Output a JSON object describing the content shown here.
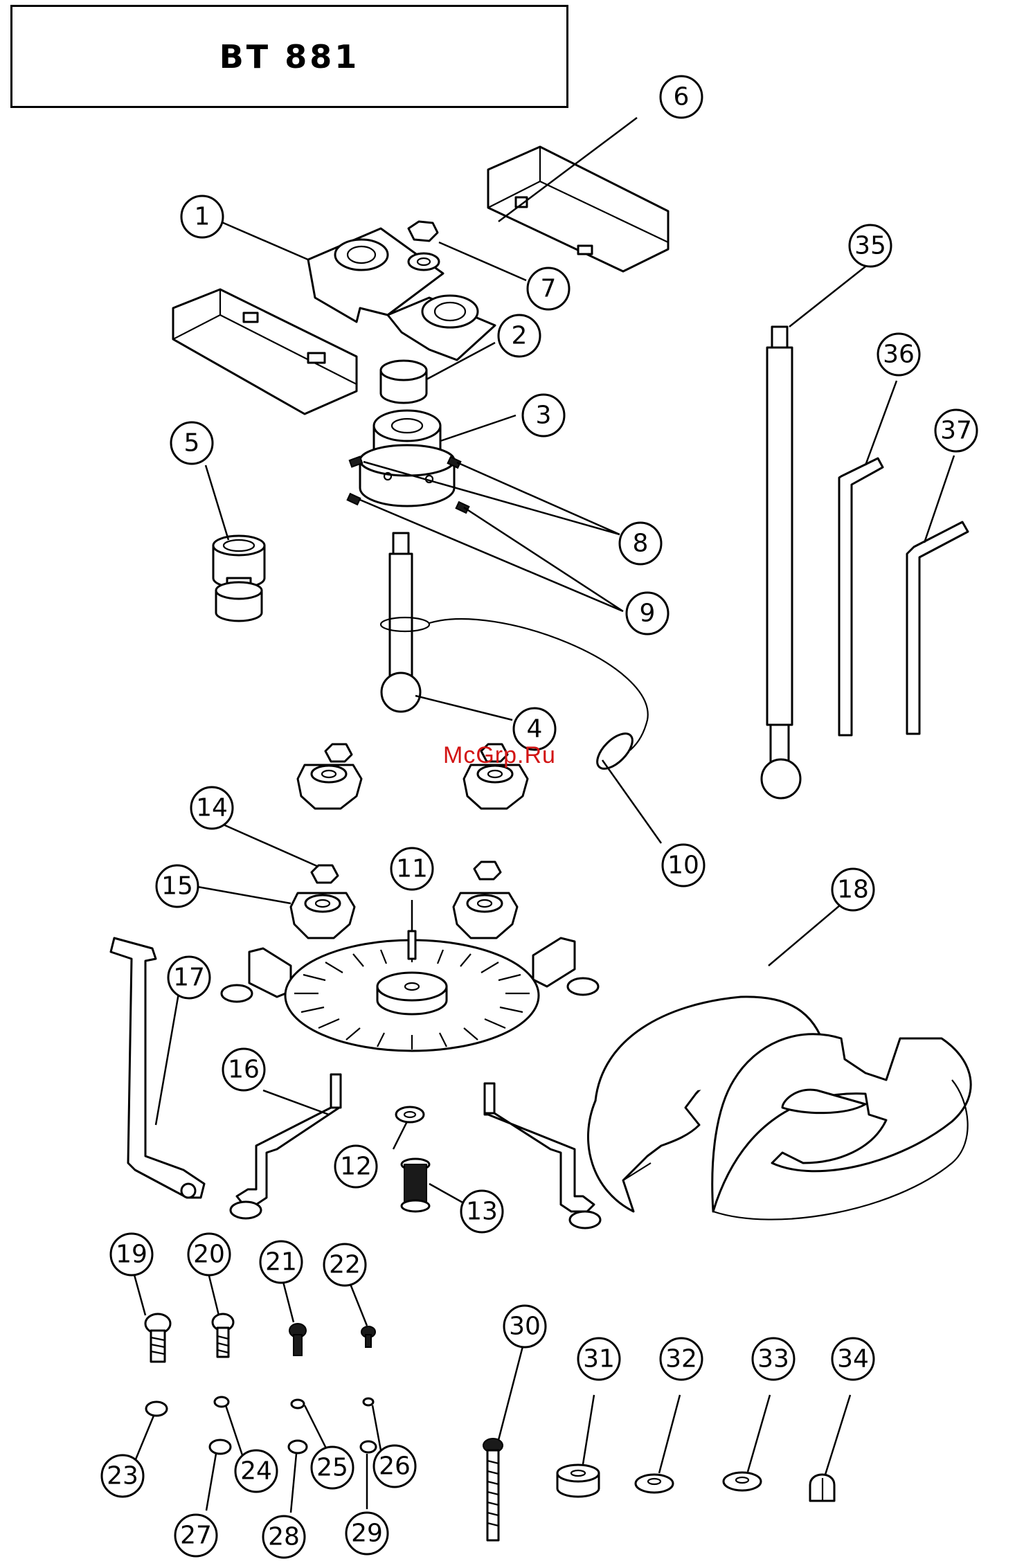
{
  "title": "BT 881",
  "watermark": "McGrp.Ru",
  "callouts": [
    "1",
    "2",
    "3",
    "4",
    "5",
    "6",
    "7",
    "8",
    "9",
    "10",
    "11",
    "12",
    "13",
    "14",
    "15",
    "16",
    "17",
    "18",
    "19",
    "20",
    "21",
    "22",
    "23",
    "24",
    "25",
    "26",
    "27",
    "28",
    "29",
    "30",
    "31",
    "32",
    "33",
    "34",
    "35",
    "36",
    "37"
  ]
}
